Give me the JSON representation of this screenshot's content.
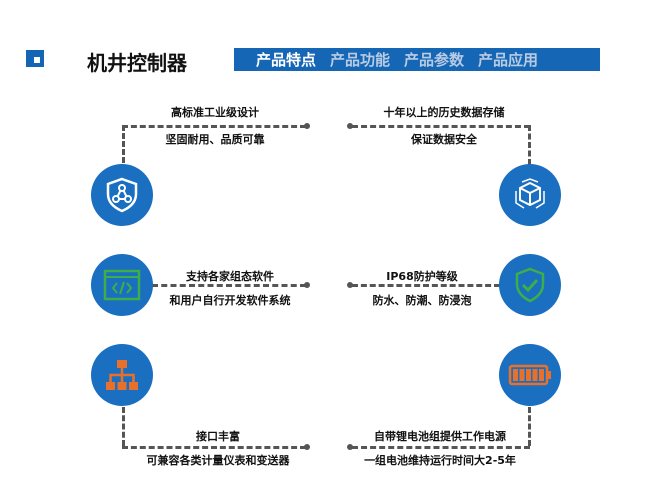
{
  "header": {
    "title": "机井控制器",
    "nav": [
      "产品特点",
      "产品功能",
      "产品参数",
      "产品应用"
    ],
    "active_index": 0
  },
  "features": [
    {
      "line1": "高标准工业级设计",
      "line2": "坚固耐用、品质可靠",
      "icon": "shield-network-icon"
    },
    {
      "line1": "十年以上的历史数据存储",
      "line2": "保证数据安全",
      "icon": "data-cube-icon"
    },
    {
      "line1": "支持各家组态软件",
      "line2": "和用户自行开发软件系统",
      "icon": "code-window-icon"
    },
    {
      "line1": "IP68防护等级",
      "line2": "防水、防潮、防浸泡",
      "icon": "shield-check-icon"
    },
    {
      "line1": "接口丰富",
      "line2": "可兼容各类计量仪表和变送器",
      "icon": "hierarchy-icon"
    },
    {
      "line1": "自带锂电池组提供工作电源",
      "line2": "一组电池维持运行时间大2-5年",
      "icon": "battery-icon"
    }
  ],
  "colors": {
    "brand": "#1566b5",
    "circle": "#1a6fc0",
    "green": "#3fae49",
    "orange": "#e8702a"
  }
}
